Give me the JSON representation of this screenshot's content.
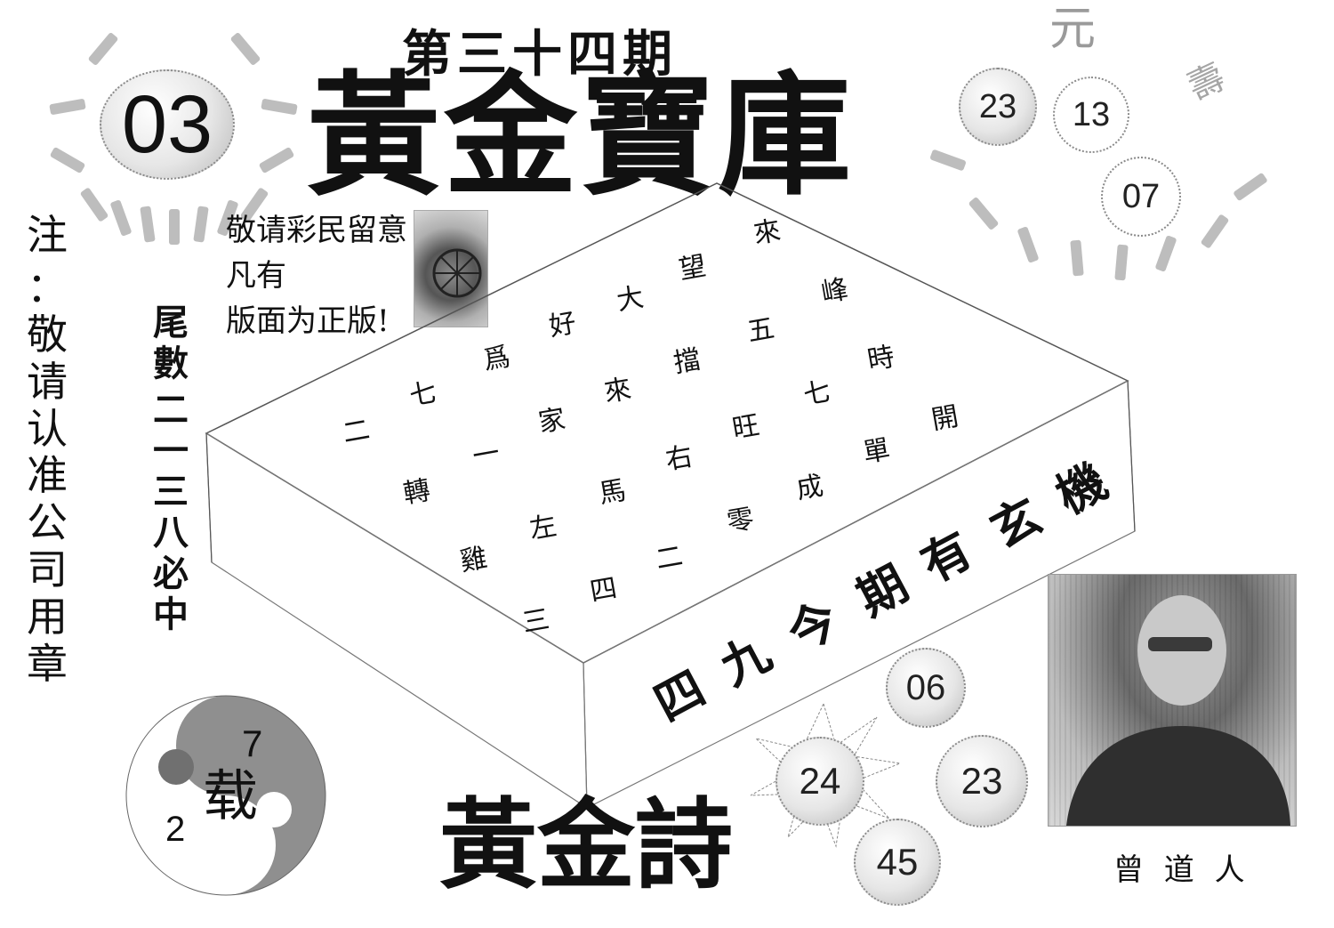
{
  "issue": "第三十四期",
  "main_title": "黃金寶庫",
  "sub_title": "黃金詩",
  "top_left_number": "03",
  "note": {
    "label": "注",
    "colon": "：",
    "text": [
      "敬",
      "请",
      "认",
      "准",
      "公",
      "司",
      "用",
      "章"
    ]
  },
  "notice_lines": [
    "敬请彩民留意",
    "凡有",
    "版面为正版!"
  ],
  "tail_number_column": [
    "尾",
    "數",
    "二",
    "一",
    "三",
    "八",
    "必",
    "中"
  ],
  "box_diagonal_text": [
    "四",
    "九",
    "今",
    "期",
    "有",
    "玄",
    "機"
  ],
  "grid_characters": [
    [
      "來",
      "峰",
      "時",
      "開"
    ],
    [
      "望",
      "五",
      "七",
      "單"
    ],
    [
      "大",
      "擋",
      "旺",
      "成"
    ],
    [
      "好",
      "來",
      "右",
      "零"
    ],
    [
      "爲",
      "家",
      "馬",
      "二"
    ],
    [
      "七",
      "一",
      "左",
      "四"
    ],
    [
      "二",
      "轉",
      "雞",
      "三"
    ]
  ],
  "yinyang": {
    "char": "载",
    "num_top": "7",
    "num_bottom": "2"
  },
  "balls_top_right": [
    "23",
    "13",
    "07"
  ],
  "balls_bottom": [
    "06",
    "24",
    "23",
    "45"
  ],
  "portrait_caption": "曾 道 人",
  "corner_fragment": "元",
  "corner_fragment2": "壽",
  "colors": {
    "ink": "#111111",
    "ball_fill": "#dcdcdc",
    "ray": "#bdbdbd"
  }
}
